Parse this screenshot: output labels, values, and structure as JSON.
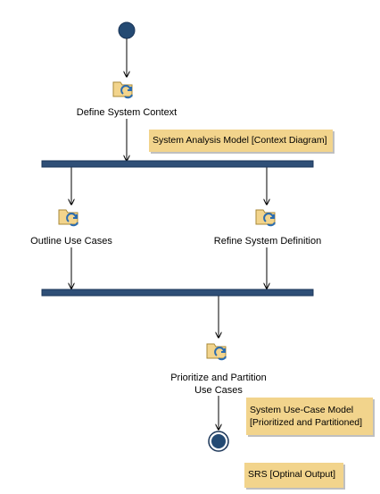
{
  "activities": {
    "define_context": "Define System Context",
    "outline_use_cases": "Outline Use Cases",
    "refine_definition": "Refine System Definition",
    "prioritize_line1": "Prioritize and Partition",
    "prioritize_line2": "Use Cases"
  },
  "artifacts": {
    "analysis_model": "System Analysis Model [Context Diagram]",
    "use_case_model_line1": "System Use-Case Model",
    "use_case_model_line2": "[Prioritized and Partitioned]",
    "srs": "SRS [Optinal Output]"
  },
  "icons": {
    "activity": "activity-folder-cycle-icon"
  },
  "colors": {
    "node_fill": "#244a73",
    "bar_fill": "#2f4f77",
    "note_fill": "#f2d48c",
    "line": "#000000"
  }
}
